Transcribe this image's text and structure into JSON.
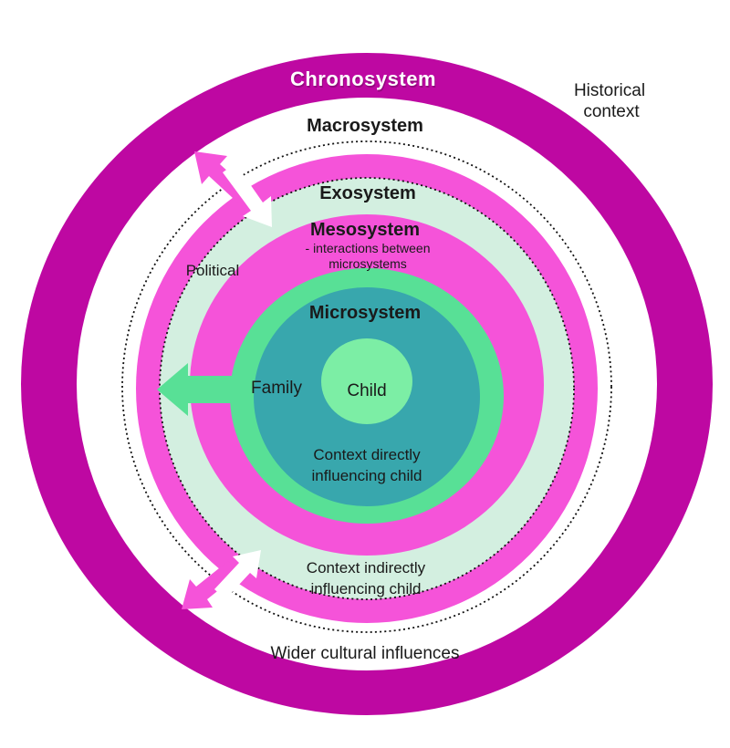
{
  "diagram": {
    "labels": {
      "chronosystem": "Chronosystem",
      "historical_line1": "Historical",
      "historical_line2": "context",
      "macrosystem": "Macrosystem",
      "exosystem": "Exosystem",
      "mesosystem": "Mesosystem",
      "mesosystem_sub1": "- interactions between",
      "mesosystem_sub2": "microsystems",
      "microsystem": "Microsystem",
      "political": "Political",
      "family": "Family",
      "child": "Child",
      "context_direct1": "Context directly",
      "context_direct2": "influencing child",
      "context_indirect1": "Context indirectly",
      "context_indirect2": "influencing child",
      "wider_cultural": "Wider cultural influences"
    },
    "colors": {
      "chronosystem_ring": "#BE08A2",
      "pink_ring": "#F553D9",
      "exosystem_mint": "#D3EFE0",
      "green_ring": "#58E096",
      "microsystem_teal": "#38A7AD",
      "child_circle": "#7CEEA5",
      "white": "#FFFFFF",
      "label_dark": "#1A1A1A",
      "dotted_line": "#111111"
    },
    "icons": {
      "outward_arrow_top": "pink-outward-arrow-icon",
      "inward_arrow_top": "white-inward-arrow-icon",
      "outward_arrow_bottom": "pink-outward-arrow-icon",
      "inward_arrow_bottom": "white-inward-arrow-icon",
      "family_arrow": "green-left-arrow-icon"
    }
  }
}
